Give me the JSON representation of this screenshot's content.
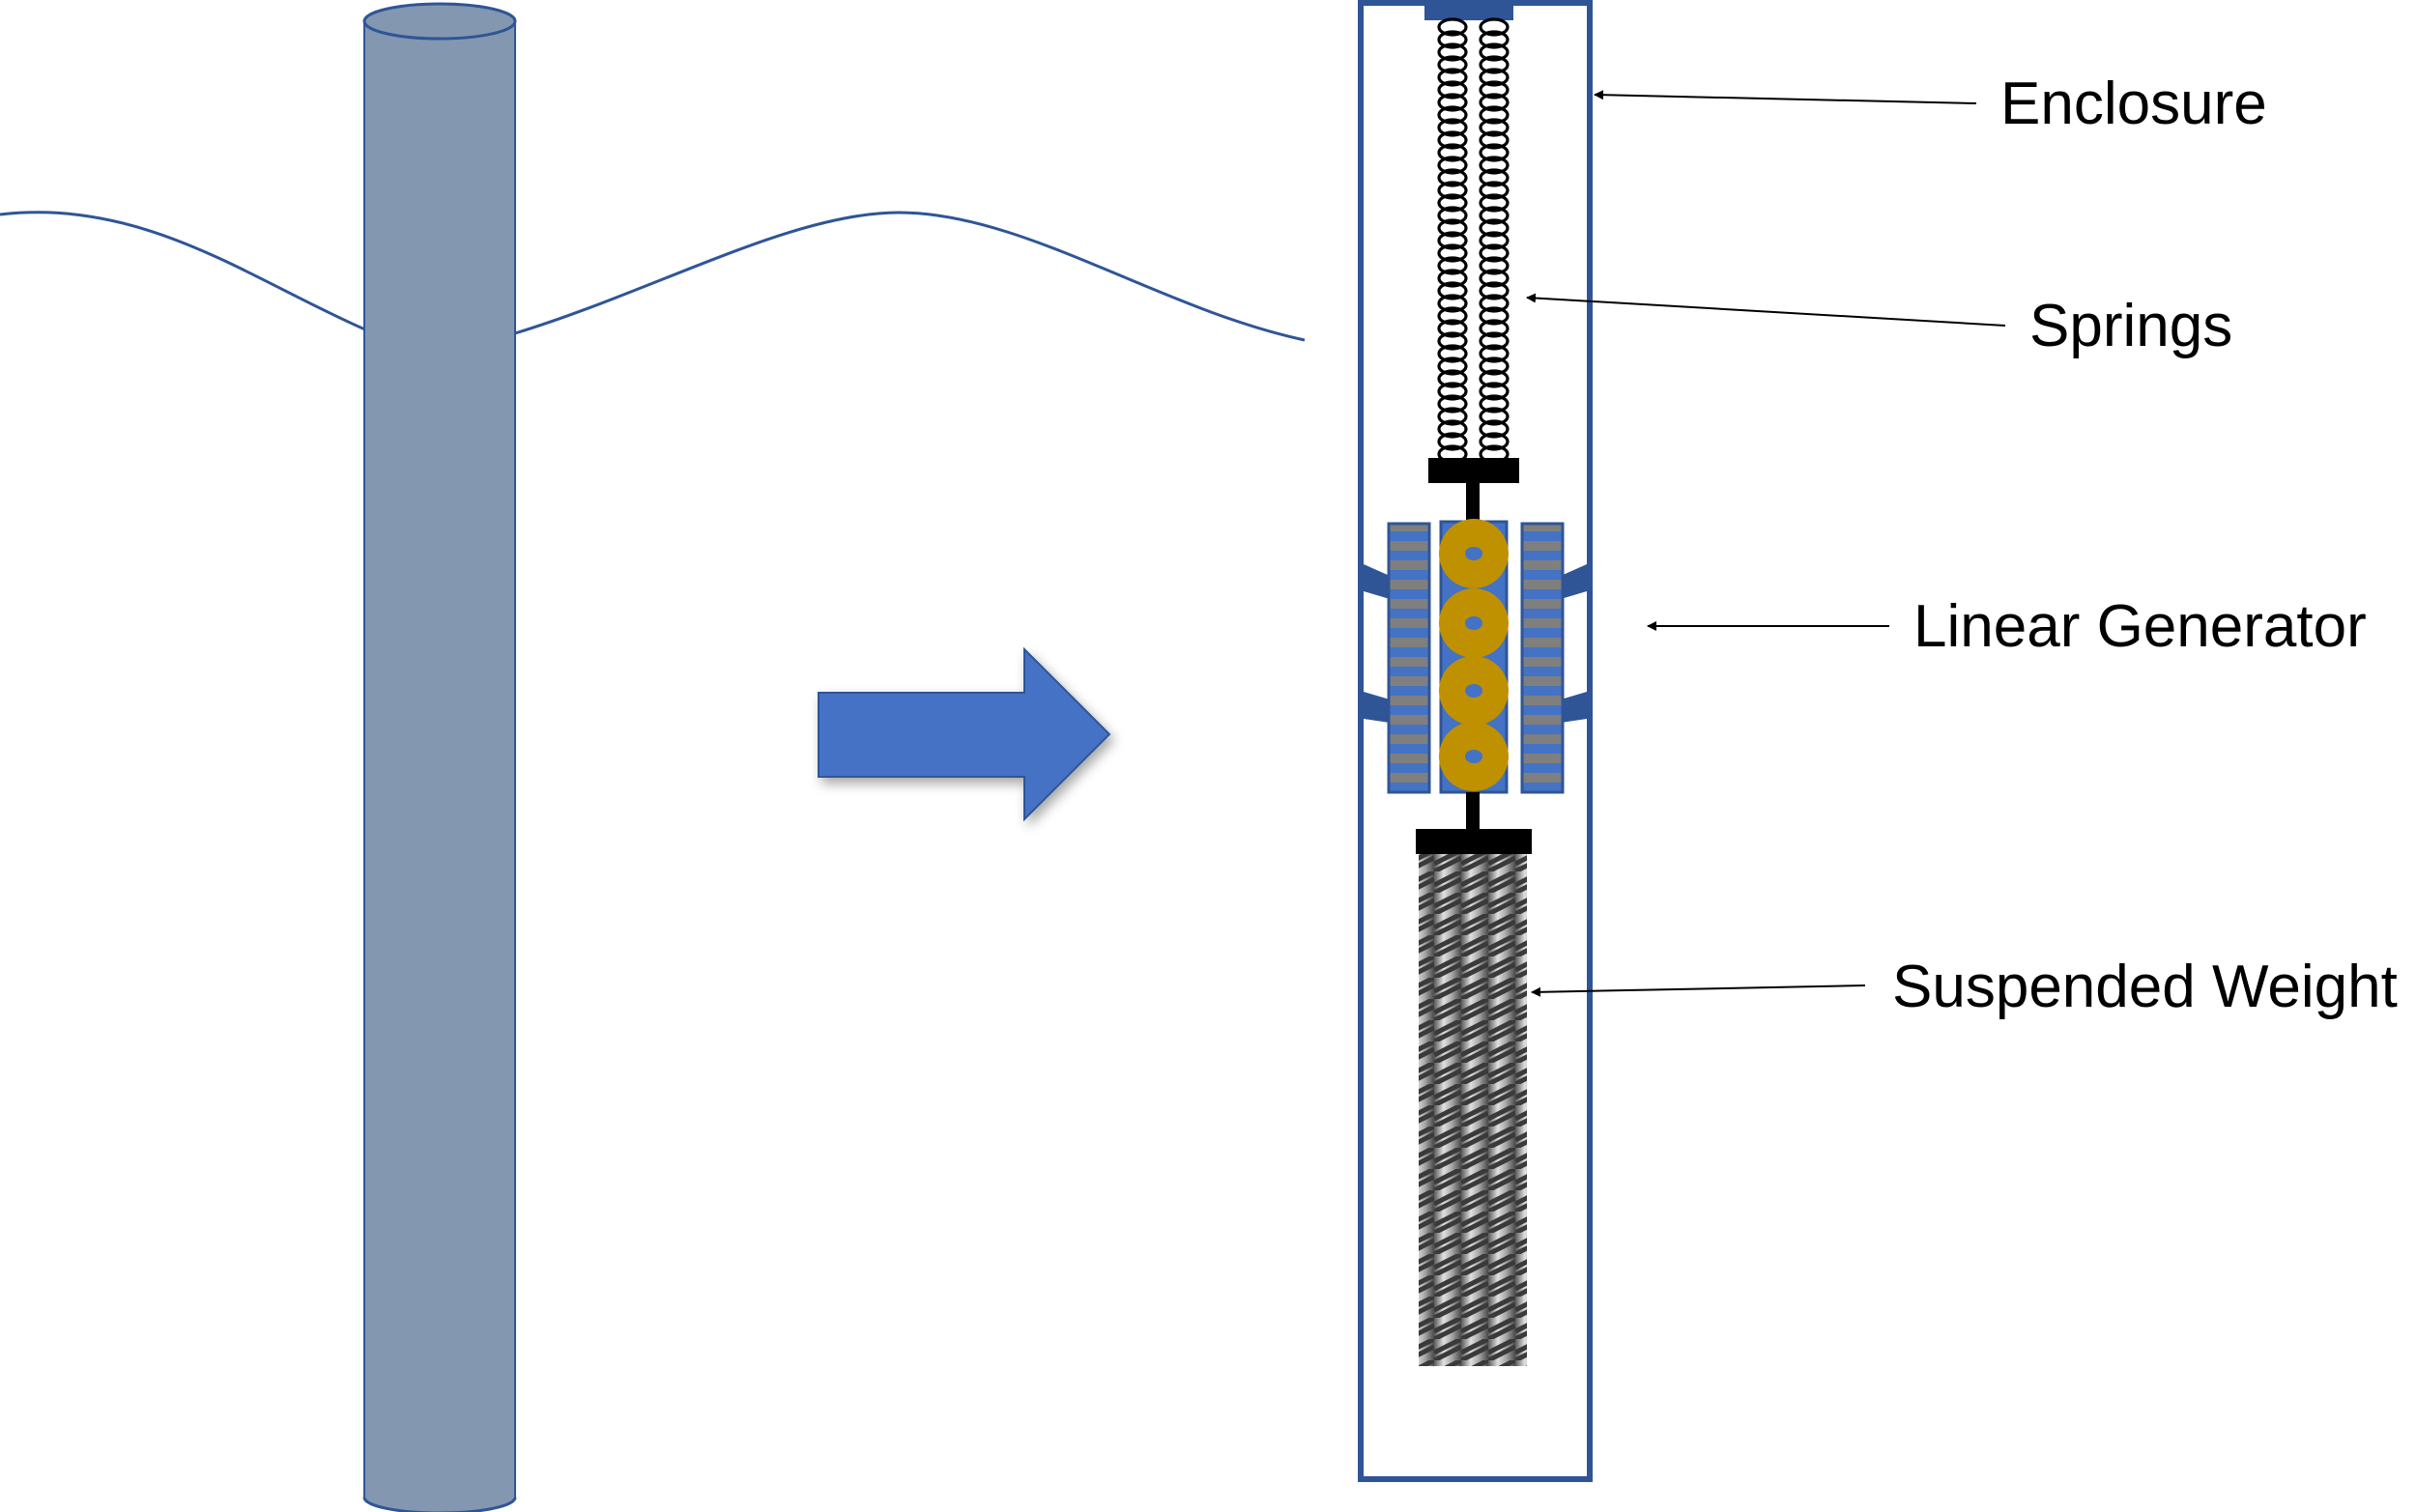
{
  "labels": {
    "enclosure": "Enclosure",
    "springs": "Springs",
    "linear_generator": "Linear Generator",
    "suspended_weight": "Suspended Weight"
  },
  "colors": {
    "pile_fill": "#8497b0",
    "pile_stroke": "#2f5597",
    "wave": "#2f5597",
    "arrow_fill": "#4472c4",
    "enclosure_stroke": "#2f5597",
    "magnet": "#bf9000",
    "coil_stripe": "#7f7f7f",
    "bar": "#000000",
    "weight": "#8c8c8c"
  }
}
